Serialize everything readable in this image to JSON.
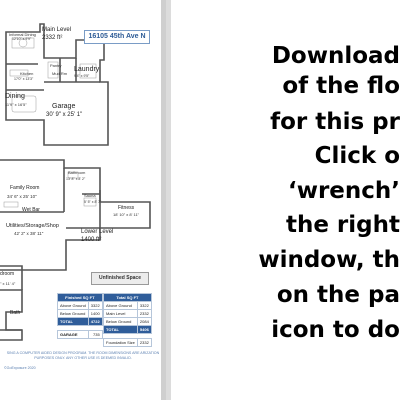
{
  "address": "16105 45th Ave N",
  "rooms": {
    "informal_dining": "Informal Dining",
    "informal_dining_dim": "12'10\" x 9'9\"",
    "main_level": "Main Level",
    "main_level_sqft": "2332 ft²",
    "kitchen": "Kitchen",
    "kitchen_dim": "17'0\" x 13'3\"",
    "pantry": "Pantry",
    "mud_rm": "Mud Rm",
    "laundry": "Laundry",
    "laundry_dim": "9'4\" x 9'5\"",
    "dining": "Dining",
    "dining_dim": "11'9\" x 16'5\"",
    "garage": "Garage",
    "garage_dim": "30' 9\" x 25' 1\"",
    "family_room": "Family Room",
    "family_room_dim": "34' 6\" x 25' 10\"",
    "bathroom": "Bathroom",
    "bathroom_dim": "13' 8\" x 8' 2\"",
    "wet_bar": "Wet Bar",
    "sauna": "Sauna",
    "sauna_dim": "5' 5\" x 8' 7\"",
    "fitness": "Fitness",
    "fitness_dim": "18' 10\" x 8' 11\"",
    "utilities": "Utilities/Storage/Shop",
    "utilities_dim": "42' 2\" x 38' 11\"",
    "lower_level": "Lower Level",
    "lower_level_sqft": "1400 ft²",
    "bedroom_partial": "droom",
    "bedroom_partial_dim": "\" x 11' 4\"",
    "bath_partial": "Bath"
  },
  "unfinished_label": "Unfinished Space",
  "finished_table": {
    "header": "Finished SQ FT",
    "rows": [
      {
        "label": "Above Ground",
        "value": "3322"
      },
      {
        "label": "Below Ground",
        "value": "1400"
      },
      {
        "label": "TOTAL",
        "value": "4722"
      }
    ],
    "garage_label": "GARAGE",
    "garage_value": "735"
  },
  "total_table": {
    "header": "Total SQ FT",
    "rows": [
      {
        "label": "Above Ground",
        "value": "3322"
      },
      {
        "label": "Main Level",
        "value": "2332"
      },
      {
        "label": "Below Ground",
        "value": "2084"
      },
      {
        "label": "TOTAL",
        "value": "5406"
      }
    ],
    "foundation_label": "Foundation Size",
    "foundation_value": "2332"
  },
  "disclaimer": "SING A COMPUTER AIDED DESIGN PROGRAM. THE ROOM DIMENSIONS ARE ARIZATION PURPOSES ONLY. ANY OTHER USE IS DEEMED INVALID.",
  "copyright": "©GoExposure 2020",
  "overlay_lines": [
    "Download",
    "of the flo",
    "for this pr",
    "Click o",
    "‘wrench’",
    "the right",
    "window, th",
    "on the pa",
    "icon to do"
  ]
}
